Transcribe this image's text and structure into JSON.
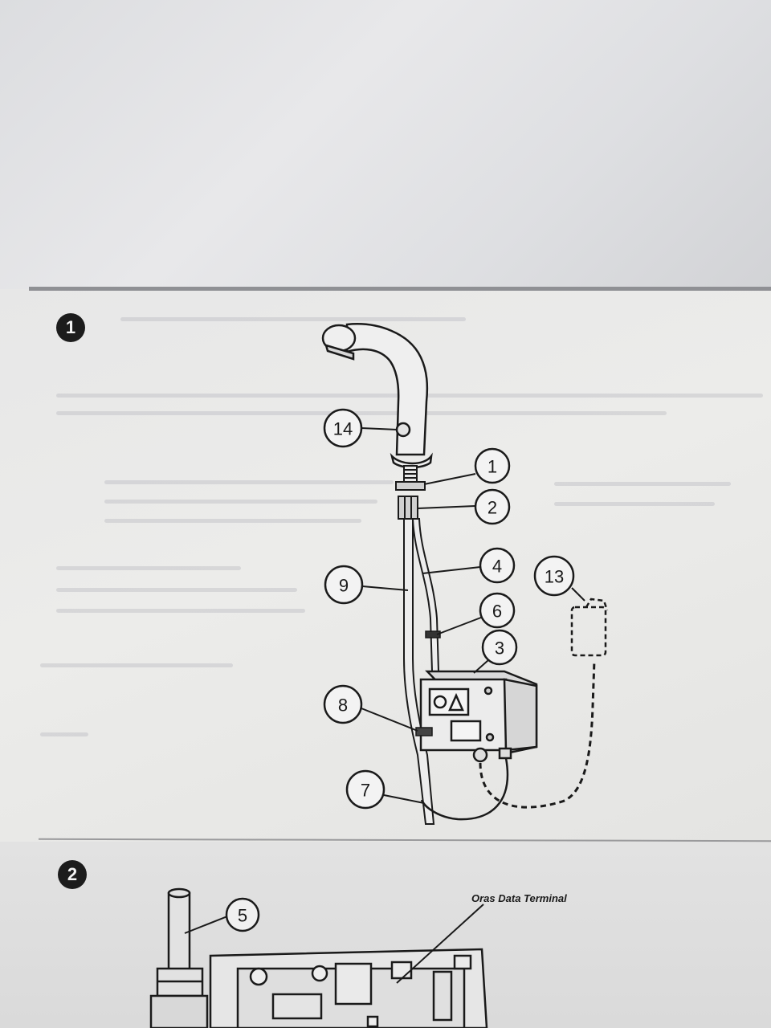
{
  "steps": [
    {
      "number": "1"
    },
    {
      "number": "2"
    }
  ],
  "callouts_step1": [
    "14",
    "1",
    "2",
    "4",
    "9",
    "13",
    "6",
    "3",
    "8",
    "7"
  ],
  "callouts_step2": [
    "5"
  ],
  "step2_label": "Oras Data Terminal"
}
